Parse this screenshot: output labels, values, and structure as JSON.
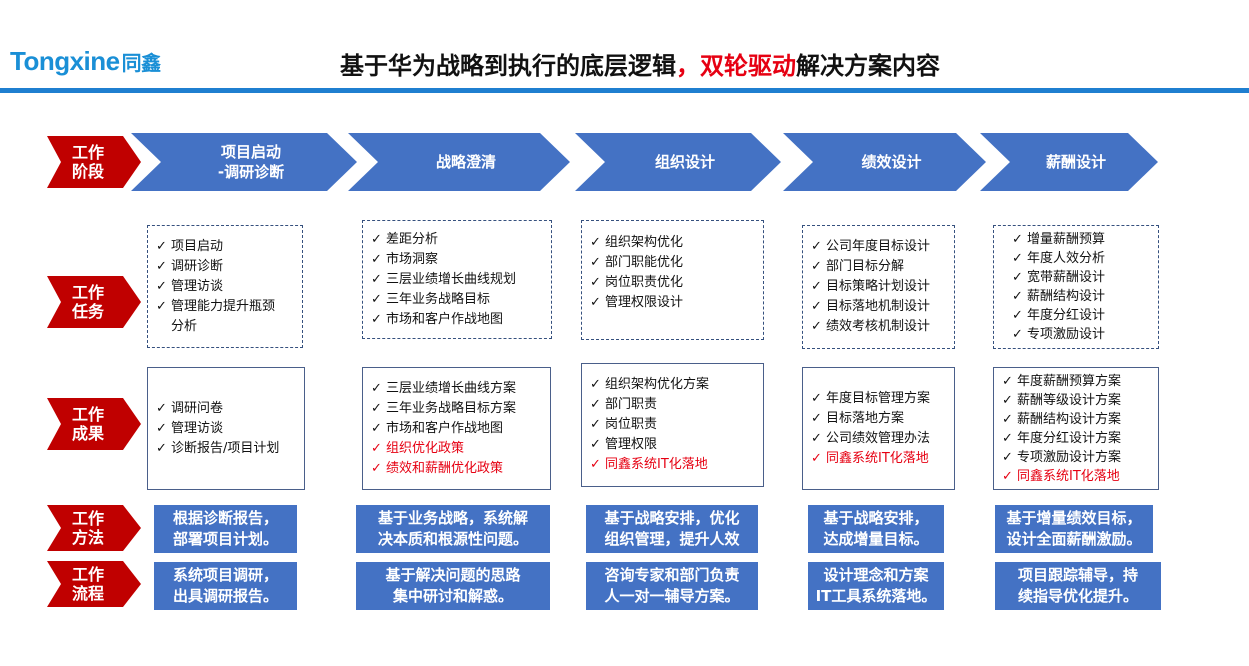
{
  "logo": {
    "latin": "Tongxine",
    "cn": "同鑫"
  },
  "title": {
    "part1": "基于华为战略到执行的底层逻辑",
    "sep": "，",
    "highlight": "双轮驱动",
    "part2": "解决方案内容"
  },
  "colors": {
    "accent_blue": "#1f7fd0",
    "stage_blue": "#4472c4",
    "label_red": "#c00000",
    "highlight_red": "#e60012"
  },
  "row_labels": {
    "stage": "工作\n阶段",
    "tasks": "工作\n任务",
    "results": "工作\n成果",
    "method": "工作\n方法",
    "process": "工作\n流程"
  },
  "stages": [
    "项目启动\n-调研诊断",
    "战略澄清",
    "组织设计",
    "绩效设计",
    "薪酬设计"
  ],
  "tasks": [
    [
      "项目启动",
      "调研诊断",
      "管理访谈",
      "管理能力提升瓶颈\n分析"
    ],
    [
      "差距分析",
      "市场洞察",
      "三层业绩增长曲线规划",
      "三年业务战略目标",
      "市场和客户作战地图"
    ],
    [
      "组织架构优化",
      "部门职能优化",
      "岗位职责优化",
      "管理权限设计"
    ],
    [
      "公司年度目标设计",
      "部门目标分解",
      "目标策略计划设计",
      "目标落地机制设计",
      "绩效考核机制设计"
    ],
    [
      "增量薪酬预算",
      "年度人效分析",
      "宽带薪酬设计",
      "薪酬结构设计",
      "年度分红设计",
      "专项激励设计"
    ]
  ],
  "results": [
    [
      {
        "t": "调研问卷"
      },
      {
        "t": "管理访谈"
      },
      {
        "t": "诊断报告/项目计划"
      }
    ],
    [
      {
        "t": "三层业绩增长曲线方案"
      },
      {
        "t": "三年业务战略目标方案"
      },
      {
        "t": "市场和客户作战地图"
      },
      {
        "t": "组织优化政策",
        "red": true
      },
      {
        "t": "绩效和薪酬优化政策",
        "red": true
      }
    ],
    [
      {
        "t": "组织架构优化方案"
      },
      {
        "t": "部门职责"
      },
      {
        "t": "岗位职责"
      },
      {
        "t": "管理权限"
      },
      {
        "t": "同鑫系统IT化落地",
        "red": true
      }
    ],
    [
      {
        "t": "年度目标管理方案"
      },
      {
        "t": "目标落地方案"
      },
      {
        "t": "公司绩效管理办法"
      },
      {
        "t": "同鑫系统IT化落地",
        "red": true
      }
    ],
    [
      {
        "t": "年度薪酬预算方案"
      },
      {
        "t": "薪酬等级设计方案"
      },
      {
        "t": "薪酬结构设计方案"
      },
      {
        "t": "年度分红设计方案"
      },
      {
        "t": "专项激励设计方案"
      },
      {
        "t": "同鑫系统IT化落地",
        "red": true
      }
    ]
  ],
  "methods": [
    "根据诊断报告，\n部署项目计划。",
    "基于业务战略，系统解\n决本质和根源性问题。",
    "基于战略安排，优化\n组织管理，提升人效",
    "基于战略安排，\n达成增量目标。",
    "基于增量绩效目标，\n设计全面薪酬激励。"
  ],
  "processes": [
    "系统项目调研，\n出具调研报告。",
    "基于解决问题的思路\n集中研讨和解惑。",
    "咨询专家和部门负责\n人一对一辅导方案。",
    "设计理念和方案\nIT工具系统落地。",
    "项目跟踪辅导，持\n续指导优化提升。"
  ]
}
